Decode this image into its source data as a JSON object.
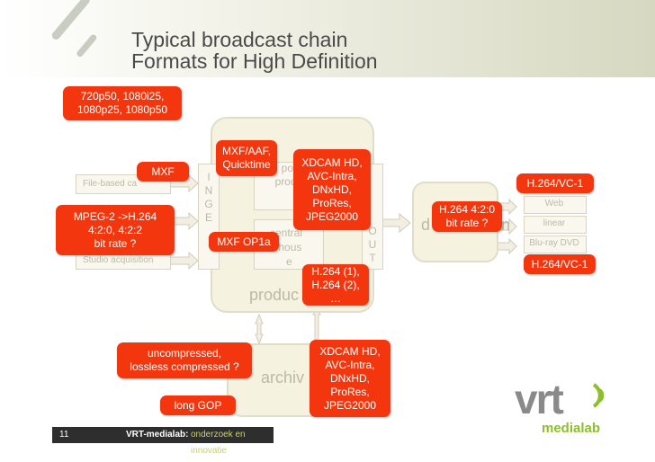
{
  "slide": {
    "title_line1": "Typical broadcast chain",
    "title_line2": "Formats for High Definition",
    "page_number": "11",
    "footer_brand": "VRT-medialab:",
    "footer_tagline": "onderzoek en innovatie"
  },
  "background": {
    "file_based": "File-based ca",
    "studio_acquisition": "Studio acquisition",
    "ingest_letters": "I\nN\nG\nE",
    "central": "central",
    "warehouse": "arehous",
    "warehouse_e": "e",
    "post_prod": "post\nproduc",
    "out_letters": "O\nU\nT",
    "production": "produc",
    "distribution": "d",
    "distribution_tail": "n",
    "web": "Web",
    "linear": "linear",
    "bluray": "Blu-ray DVD",
    "archive": "archiv"
  },
  "tags": {
    "acquisition_formats": "720p50, 1080i25,\n1080p25, 1080p50",
    "mxf": "MXF",
    "mpeg2": "MPEG-2 ->H.264\n4:2:0, 4:2:2\nbit rate ?",
    "mxf_aaf": "MXF/AAF,\nQuicktime",
    "mxf_op1a": "MXF OP1a",
    "xdcam_top": "XDCAM HD,\nAVC-Intra,\nDNxHD,\nProRes,\nJPEG2000",
    "h264_out": "H.264 (1),\nH.264 (2),\n…",
    "h264_dist": "H.264 4:2:0\nbit rate ?",
    "vc1_top": "H.264/VC-1",
    "vc1_bottom": "H.264/VC-1",
    "uncompressed": "uncompressed,\nlossless compressed ?",
    "long_gop": "long GOP",
    "xdcam_archive": "XDCAM HD,\nAVC-Intra,\nDNxHD,\nProRes,\nJPEG2000"
  },
  "logo": {
    "vrt": "vrt",
    "medialab": "medialab"
  },
  "colors": {
    "tag_red": "#f4360e",
    "panel_beige": "#f5f2e0",
    "logo_green": "#8cbf2a"
  }
}
